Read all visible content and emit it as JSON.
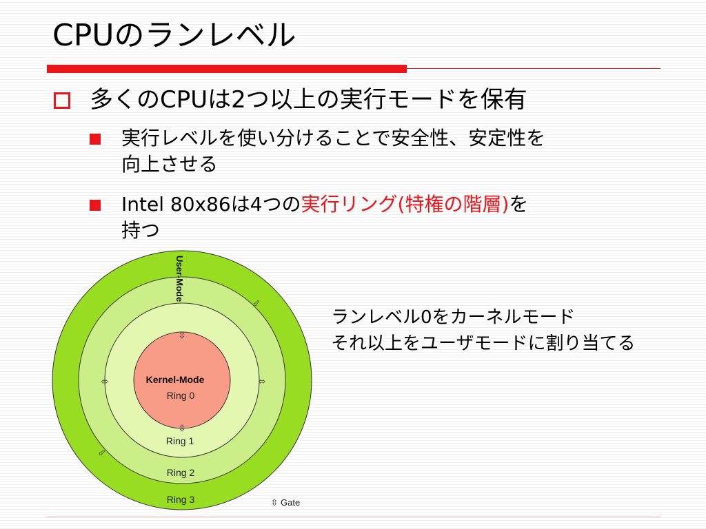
{
  "slide": {
    "title": "CPUのランレベル"
  },
  "bullets": {
    "main": "多くのCPUは2つ以上の実行モードを保有",
    "sub1_line1": "実行レベルを使い分けることで安全性、安定性を",
    "sub1_line2": "向上させる",
    "sub2_prefix": "Intel 80x86は4つの",
    "sub2_highlight": "実行リング(特権の階層)",
    "sub2_suffix": "を",
    "sub2_line2": "持つ"
  },
  "note": {
    "line1": "ランレベル0をカーネルモード",
    "line2": "それ以上をユーザモードに割り当てる"
  },
  "diagram": {
    "user_mode_label": "User-Mode",
    "kernel_mode_label": "Kernel-Mode",
    "ring0": "Ring 0",
    "ring1": "Ring 1",
    "ring2": "Ring 2",
    "ring3": "Ring 3",
    "gate_label": "Gate",
    "colors": {
      "ring3": "#99dd22",
      "ring2": "#ccee88",
      "ring1": "#e4f7b0",
      "ring0": "#f89c88",
      "accent": "#e8161b"
    }
  }
}
